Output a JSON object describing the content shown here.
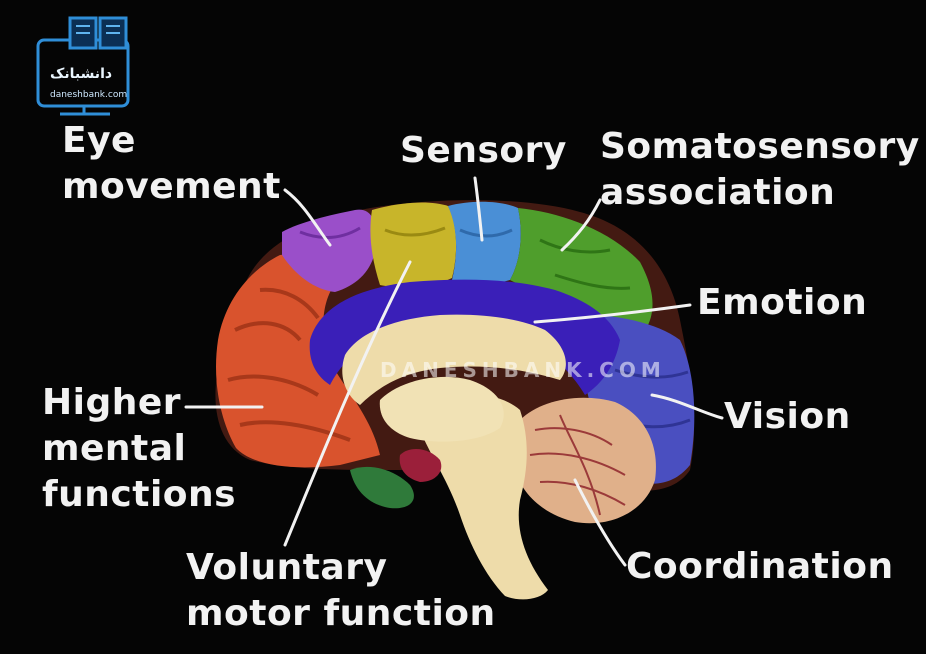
{
  "labels": {
    "eye_movement": [
      "Eye",
      "movement"
    ],
    "sensory": "Sensory",
    "somatosensory": [
      "Somatosensory",
      "association"
    ],
    "emotion": "Emotion",
    "vision": "Vision",
    "higher_mental": [
      "Higher",
      "mental",
      "functions"
    ],
    "coordination": "Coordination",
    "voluntary_motor": [
      "Voluntary",
      "motor function"
    ]
  },
  "watermark": "DANESHBANK.COM",
  "logo": {
    "title": "دانشبانک",
    "subtitle": "daneshbank.com"
  },
  "colors": {
    "background": "#050505",
    "frontal": "#d9532d",
    "eye_field": "#9a4fc9",
    "motor": "#c8b52a",
    "sensory": "#4a8fd6",
    "somatosensory": "#4f9e2c",
    "limbic": "#3a1fb8",
    "occipital": "#4a4fc0",
    "cerebellum": "#e0b08a",
    "brainstem": "#eedcaa",
    "label_text": "#f2f2f2"
  }
}
